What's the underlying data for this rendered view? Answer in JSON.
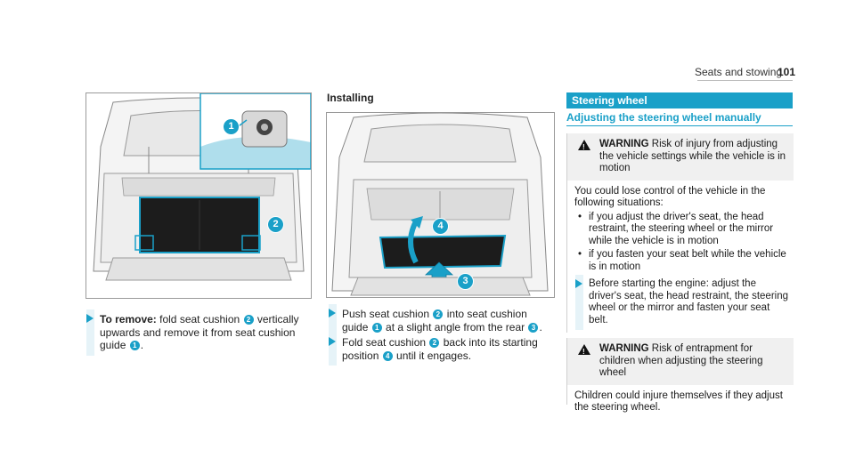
{
  "header": {
    "title": "Seats and stowing",
    "page_number": "101"
  },
  "left": {
    "remove_step": {
      "lead": "To remove:",
      "t1": " fold seat cushion ",
      "n1": "2",
      "t2": " vertically upwards and remove it from seat cushion guide ",
      "n2": "1",
      "t3": "."
    },
    "fig_labels": [
      "1",
      "2"
    ]
  },
  "middle": {
    "heading": "Installing",
    "fig_labels": [
      "4",
      "3"
    ],
    "step1": {
      "t1": "Push seat cushion ",
      "n1": "2",
      "t2": " into seat cushion guide ",
      "n2": "1",
      "t3": " at a slight angle from the rear ",
      "n3": "3",
      "t4": "."
    },
    "step2": {
      "t1": "Fold seat cushion ",
      "n1": "2",
      "t2": " back into its starting position ",
      "n2": "4",
      "t3": " until it engages."
    }
  },
  "right": {
    "section_title": "Steering wheel",
    "subheading": "Adjusting the steering wheel manually",
    "warning1": {
      "label": "WARNING",
      "head": " Risk of injury from adjusting the vehicle settings while the vehicle is in motion",
      "body": "You could lose control of the vehicle in the following situations:",
      "bullets": [
        "if you adjust the driver's seat, the head restraint, the steering wheel or the mirror while the vehicle is in motion",
        "if you fasten your seat belt while the vehicle is in motion"
      ],
      "step": "Before starting the engine: adjust the driver's seat, the head restraint, the steering wheel or the mirror and fasten your seat belt."
    },
    "warning2": {
      "label": "WARNING",
      "head": " Risk of entrapment for children when adjusting the steering wheel",
      "body": "Children could injure themselves if they adjust the steering wheel."
    }
  },
  "colors": {
    "accent": "#1aa0c8",
    "warning_bg": "#f0f0f0"
  }
}
